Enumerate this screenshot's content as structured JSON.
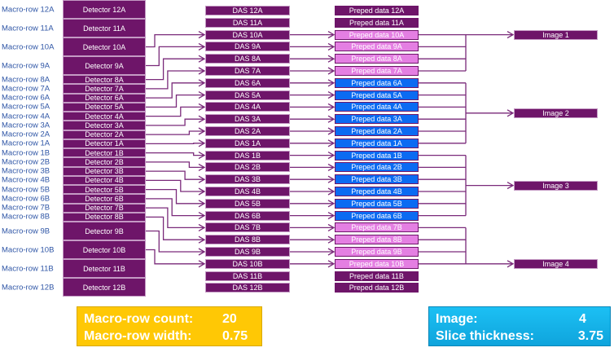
{
  "colors": {
    "purple": "#6e1569",
    "pink": "#e47fe2",
    "blue": "#0b6bf2",
    "label": "#2f56a6",
    "line": "#7a2a7a",
    "yellow": "#ffc805",
    "cyan": "#15b4ea"
  },
  "rows": [
    {
      "id": "12A",
      "macro": "Macro-row 12A",
      "detector": "Detector 12A",
      "das": "DAS 12A",
      "preped": "Preped data 12A",
      "group": 0
    },
    {
      "id": "11A",
      "macro": "Macro-row 11A",
      "detector": "Detector 11A",
      "das": "DAS 11A",
      "preped": "Preped data 11A",
      "group": 0
    },
    {
      "id": "10A",
      "macro": "Macro-row 10A",
      "detector": "Detector 10A",
      "das": "DAS 10A",
      "preped": "Preped data 10A",
      "group": 1
    },
    {
      "id": "9A",
      "macro": "Macro-row 9A",
      "detector": "Detector 9A",
      "das": "DAS 9A",
      "preped": "Preped data 9A",
      "group": 1
    },
    {
      "id": "8A",
      "macro": "Macro-row 8A",
      "detector": "Detector 8A",
      "das": "DAS 8A",
      "preped": "Preped data 8A",
      "group": 1
    },
    {
      "id": "7A",
      "macro": "Macro-row 7A",
      "detector": "Detector 7A",
      "das": "DAS 7A",
      "preped": "Preped data 7A",
      "group": 1
    },
    {
      "id": "6A",
      "macro": "Macro-row 6A",
      "detector": "Detector 6A",
      "das": "DAS 6A",
      "preped": "Preped data 6A",
      "group": 2
    },
    {
      "id": "5A",
      "macro": "Macro-row 5A",
      "detector": "Detector 5A",
      "das": "DAS 5A",
      "preped": "Preped data 5A",
      "group": 2
    },
    {
      "id": "4A",
      "macro": "Macro-row 4A",
      "detector": "Detector 4A",
      "das": "DAS 4A",
      "preped": "Preped data 4A",
      "group": 2
    },
    {
      "id": "3A",
      "macro": "Macro-row 3A",
      "detector": "Detector 3A",
      "das": "DAS 3A",
      "preped": "Preped data 3A",
      "group": 2
    },
    {
      "id": "2A",
      "macro": "Macro-row 2A",
      "detector": "Detector 2A",
      "das": "DAS 2A",
      "preped": "Preped data 2A",
      "group": 2
    },
    {
      "id": "1A",
      "macro": "Macro-row 1A",
      "detector": "Detector 1A",
      "das": "DAS 1A",
      "preped": "Preped data 1A",
      "group": 2
    },
    {
      "id": "1B",
      "macro": "Macro-row 1B",
      "detector": "Detector 1B",
      "das": "DAS 1B",
      "preped": "Preped data 1B",
      "group": 3
    },
    {
      "id": "2B",
      "macro": "Macro-row 2B",
      "detector": "Detector 2B",
      "das": "DAS 2B",
      "preped": "Preped data 2B",
      "group": 3
    },
    {
      "id": "3B",
      "macro": "Macro-row 3B",
      "detector": "Detector 3B",
      "das": "DAS 3B",
      "preped": "Preped data 3B",
      "group": 3
    },
    {
      "id": "4B",
      "macro": "Macro-row 4B",
      "detector": "Detector 4B",
      "das": "DAS 4B",
      "preped": "Preped data 4B",
      "group": 3
    },
    {
      "id": "5B",
      "macro": "Macro-row 5B",
      "detector": "Detector 5B",
      "das": "DAS 5B",
      "preped": "Preped data 5B",
      "group": 3
    },
    {
      "id": "6B",
      "macro": "Macro-row 6B",
      "detector": "Detector 6B",
      "das": "DAS 6B",
      "preped": "Preped data 6B",
      "group": 3
    },
    {
      "id": "7B",
      "macro": "Macro-row 7B",
      "detector": "Detector 7B",
      "das": "DAS 7B",
      "preped": "Preped data 7B",
      "group": 4
    },
    {
      "id": "8B",
      "macro": "Macro-row 8B",
      "detector": "Detector 8B",
      "das": "DAS 8B",
      "preped": "Preped data 8B",
      "group": 4
    },
    {
      "id": "9B",
      "macro": "Macro-row 9B",
      "detector": "Detector 9B",
      "das": "DAS 9B",
      "preped": "Preped data 9B",
      "group": 4
    },
    {
      "id": "10B",
      "macro": "Macro-row 10B",
      "detector": "Detector 10B",
      "das": "DAS 10B",
      "preped": "Preped data 10B",
      "group": 4
    },
    {
      "id": "11B",
      "macro": "Macro-row 11B",
      "detector": "Detector 11B",
      "das": "DAS 11B",
      "preped": "Preped data 11B",
      "group": 0
    },
    {
      "id": "12B",
      "macro": "Macro-row 12B",
      "detector": "Detector 12B",
      "das": "DAS 12B",
      "preped": "Preped data 12B",
      "group": 0
    }
  ],
  "images": [
    "Image 1",
    "Image 2",
    "Image 3",
    "Image 4"
  ],
  "acquisition": {
    "count_label": "Macro-row count:",
    "count_value": "20",
    "width_label": "Macro-row width:",
    "width_value": "0.75"
  },
  "reconstruction": {
    "image_label": "Image:",
    "image_value": "4",
    "thickness_label": "Slice thickness:",
    "thickness_value": "3.75"
  }
}
